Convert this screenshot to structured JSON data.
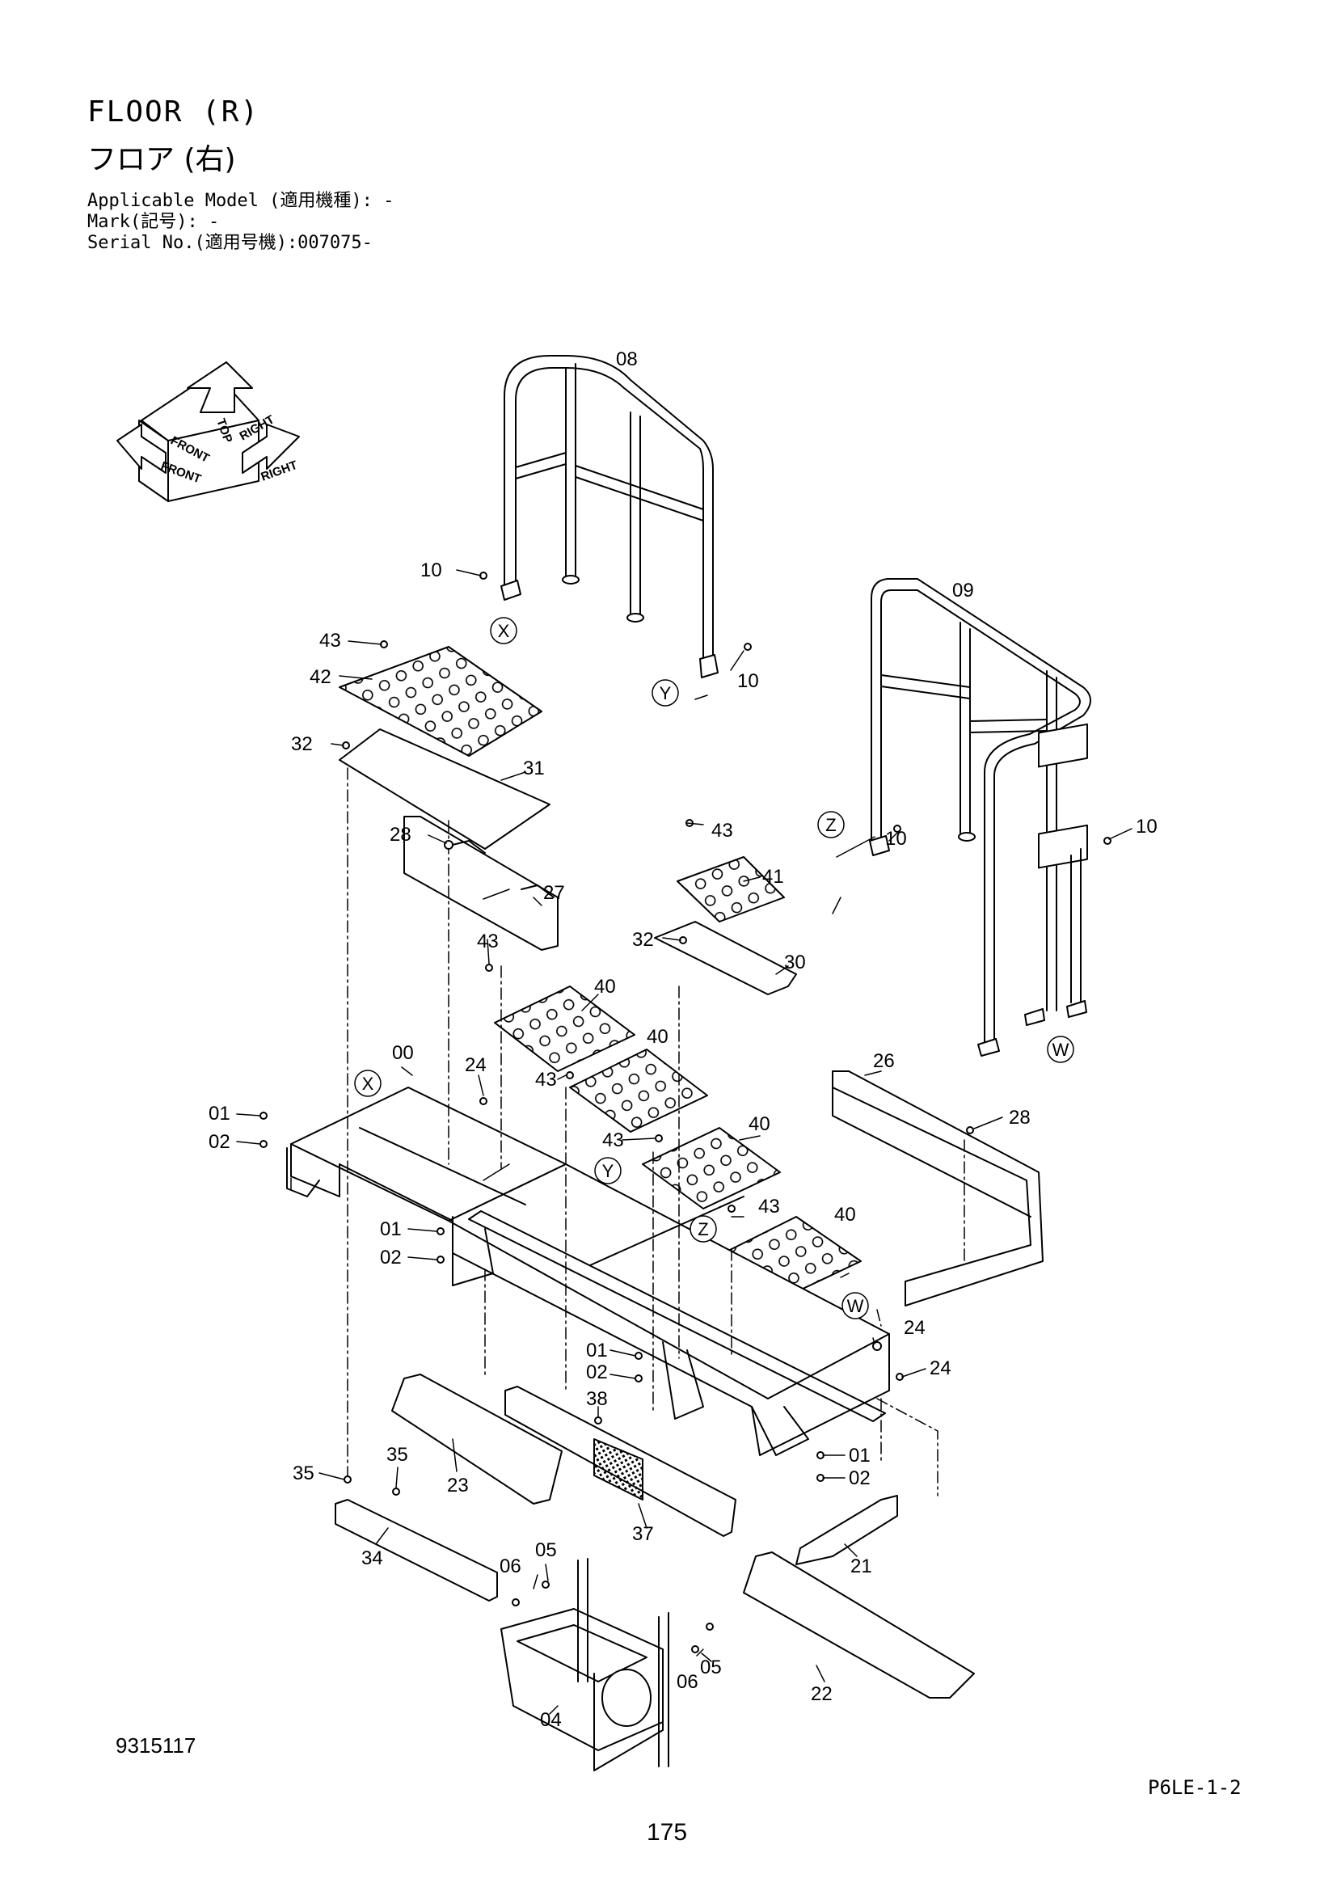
{
  "header": {
    "title_en": "FLOOR (R)",
    "title_jp": "フロア (右)",
    "applicable_model": "Applicable Model (適用機種): -",
    "mark": "Mark(記号): -",
    "serial_no": "Serial No.(適用号機):007075-"
  },
  "orientation_icon": {
    "labels": [
      "TOP",
      "FRONT",
      "RIGHT",
      "FRONT",
      "RIGHT"
    ]
  },
  "callouts": {
    "p08": "08",
    "p09": "09",
    "p10a": "10",
    "p10b": "10",
    "p10c": "10",
    "p10d": "10",
    "p43a": "43",
    "p42": "42",
    "p32a": "32",
    "p31": "31",
    "p28a": "28",
    "p27": "27",
    "p43b": "43",
    "p41": "41",
    "p32b": "32",
    "p30": "30",
    "p43c": "43",
    "p40a": "40",
    "p00": "00",
    "p24a": "24",
    "p40b": "40",
    "p43d": "43",
    "p26": "26",
    "p28b": "28",
    "p01a": "01",
    "p02a": "02",
    "p43e": "43",
    "p40c": "40",
    "p01b": "01",
    "p02b": "02",
    "p43f": "43",
    "p40d": "40",
    "p24b": "24",
    "p24c": "24",
    "p01c": "01",
    "p02c": "02",
    "p38": "38",
    "p01d": "01",
    "p02d": "02",
    "p35a": "35",
    "p35b": "35",
    "p23": "23",
    "p37": "37",
    "p34": "34",
    "p06a": "06",
    "p05a": "05",
    "p21": "21",
    "p05b": "05",
    "p06b": "06",
    "p22": "22",
    "p04": "04"
  },
  "markers": {
    "X1": "X",
    "Y1": "Y",
    "Z1": "Z",
    "W1": "W",
    "X2": "X",
    "Y2": "Y",
    "Z2": "Z",
    "W2": "W"
  },
  "footer": {
    "drawing_no": "9315117",
    "sheet_code": "P6LE-1-2",
    "page_no": "175"
  }
}
